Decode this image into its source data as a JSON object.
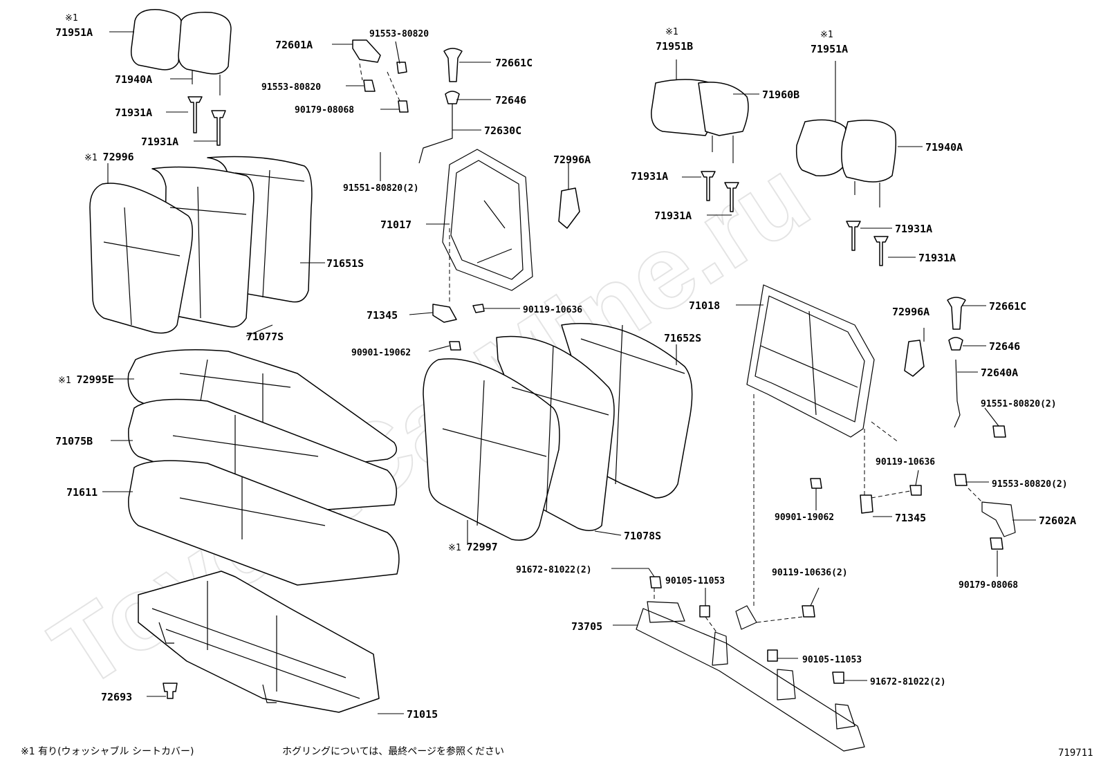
{
  "watermark": "ToyotaCarMine.ru",
  "footnote_left": "※1 有り(ウォッシャブル シートカバー)",
  "footnote_center": "ホグリングについては、最終ページを参照ください",
  "figure_code": "719711",
  "marker": "※1",
  "labels": [
    {
      "id": "l1",
      "text": "71951A",
      "marked": true
    },
    {
      "id": "l2",
      "text": "71940A"
    },
    {
      "id": "l3",
      "text": "71931A"
    },
    {
      "id": "l4",
      "text": "71931A"
    },
    {
      "id": "l5",
      "text": "72996",
      "marked": true,
      "inline": true
    },
    {
      "id": "l6",
      "text": "71651S"
    },
    {
      "id": "l7",
      "text": "71077S"
    },
    {
      "id": "l8",
      "text": "72995E",
      "marked": true,
      "inline": true
    },
    {
      "id": "l9",
      "text": "71075B"
    },
    {
      "id": "l10",
      "text": "71611"
    },
    {
      "id": "l11",
      "text": "72693"
    },
    {
      "id": "l12",
      "text": "71015"
    },
    {
      "id": "l13",
      "text": "72601A"
    },
    {
      "id": "l14",
      "text": "91553-80820"
    },
    {
      "id": "l15",
      "text": "91553-80820"
    },
    {
      "id": "l16",
      "text": "90179-08068"
    },
    {
      "id": "l17",
      "text": "72661C"
    },
    {
      "id": "l18",
      "text": "72646"
    },
    {
      "id": "l19",
      "text": "72630C"
    },
    {
      "id": "l20",
      "text": "91551-80820(2)"
    },
    {
      "id": "l21",
      "text": "72996A"
    },
    {
      "id": "l22",
      "text": "71017"
    },
    {
      "id": "l23",
      "text": "71345"
    },
    {
      "id": "l24",
      "text": "90119-10636"
    },
    {
      "id": "l25",
      "text": "90901-19062"
    },
    {
      "id": "l26",
      "text": "71652S"
    },
    {
      "id": "l27",
      "text": "72997",
      "marked": true,
      "inline": true
    },
    {
      "id": "l28",
      "text": "71078S"
    },
    {
      "id": "l29",
      "text": "91672-81022(2)"
    },
    {
      "id": "l30",
      "text": "71951B",
      "marked": true
    },
    {
      "id": "l31",
      "text": "71960B"
    },
    {
      "id": "l32",
      "text": "71931A"
    },
    {
      "id": "l33",
      "text": "71931A"
    },
    {
      "id": "l34",
      "text": "71951A",
      "marked": true
    },
    {
      "id": "l35",
      "text": "71940A"
    },
    {
      "id": "l36",
      "text": "71931A"
    },
    {
      "id": "l37",
      "text": "71931A"
    },
    {
      "id": "l38",
      "text": "71018"
    },
    {
      "id": "l39",
      "text": "72996A"
    },
    {
      "id": "l40",
      "text": "72661C"
    },
    {
      "id": "l41",
      "text": "72646"
    },
    {
      "id": "l42",
      "text": "72640A"
    },
    {
      "id": "l43",
      "text": "91551-80820(2)"
    },
    {
      "id": "l44",
      "text": "90119-10636"
    },
    {
      "id": "l45",
      "text": "91553-80820(2)"
    },
    {
      "id": "l46",
      "text": "90901-19062"
    },
    {
      "id": "l47",
      "text": "71345"
    },
    {
      "id": "l48",
      "text": "72602A"
    },
    {
      "id": "l49",
      "text": "90179-08068"
    },
    {
      "id": "l50",
      "text": "90105-11053"
    },
    {
      "id": "l51",
      "text": "90119-10636(2)"
    },
    {
      "id": "l52",
      "text": "73705"
    },
    {
      "id": "l53",
      "text": "90105-11053"
    },
    {
      "id": "l54",
      "text": "91672-81022(2)"
    }
  ]
}
